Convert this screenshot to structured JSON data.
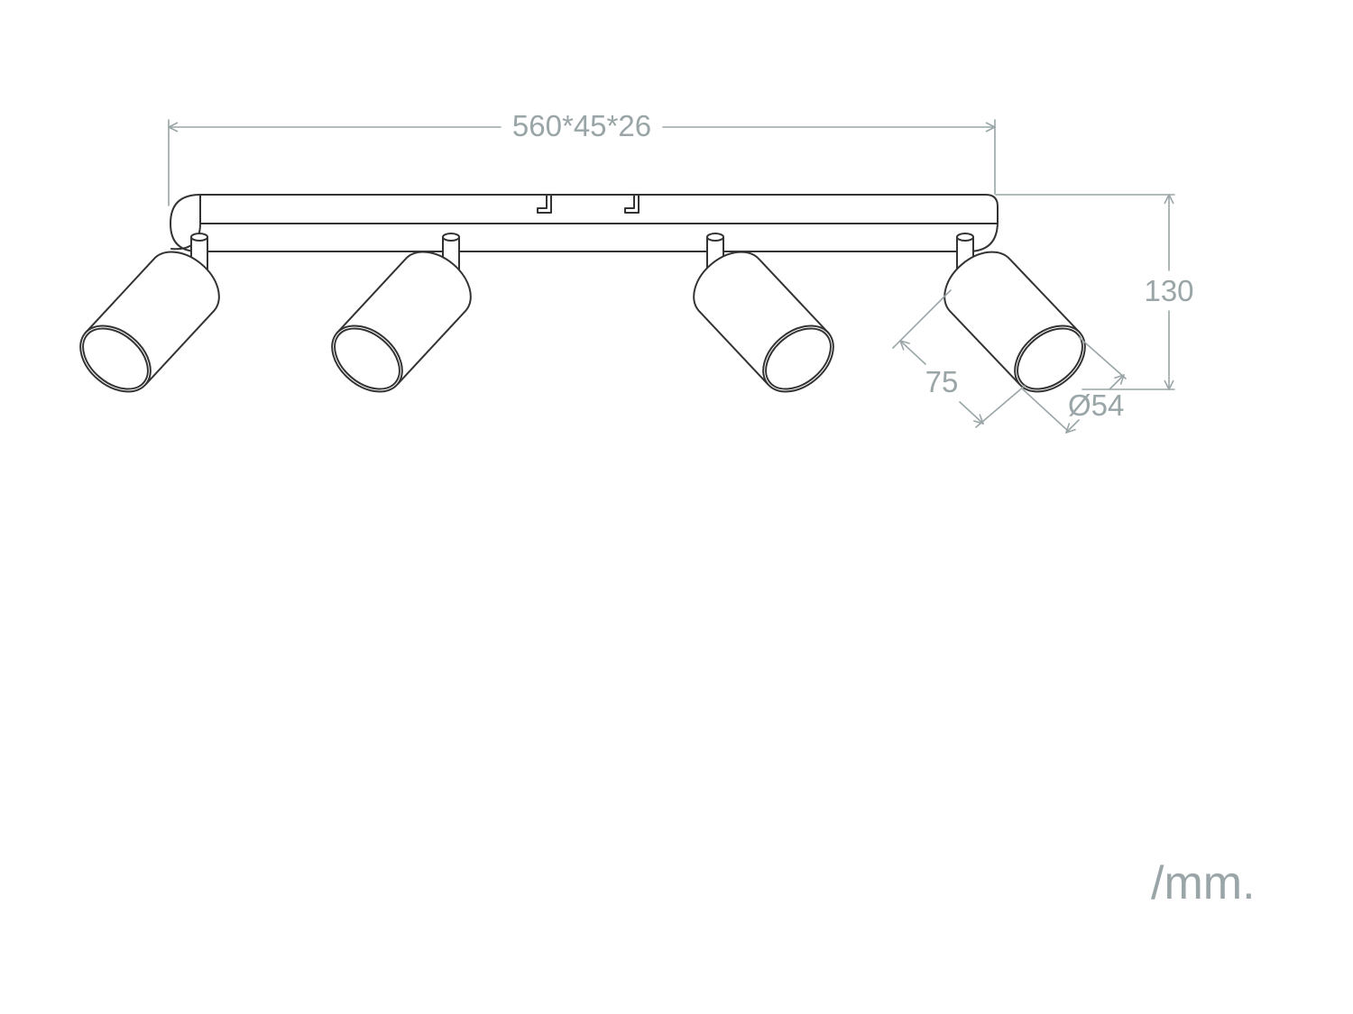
{
  "dimensions": {
    "overall": "560*45*26",
    "height": "130",
    "head_length": "75",
    "head_diameter": "Ø54"
  },
  "unit_label": "/mm.",
  "colors": {
    "outline": "#333333",
    "dimension": "#9aa5a7",
    "background": "#ffffff"
  },
  "spotlight_count": 4
}
